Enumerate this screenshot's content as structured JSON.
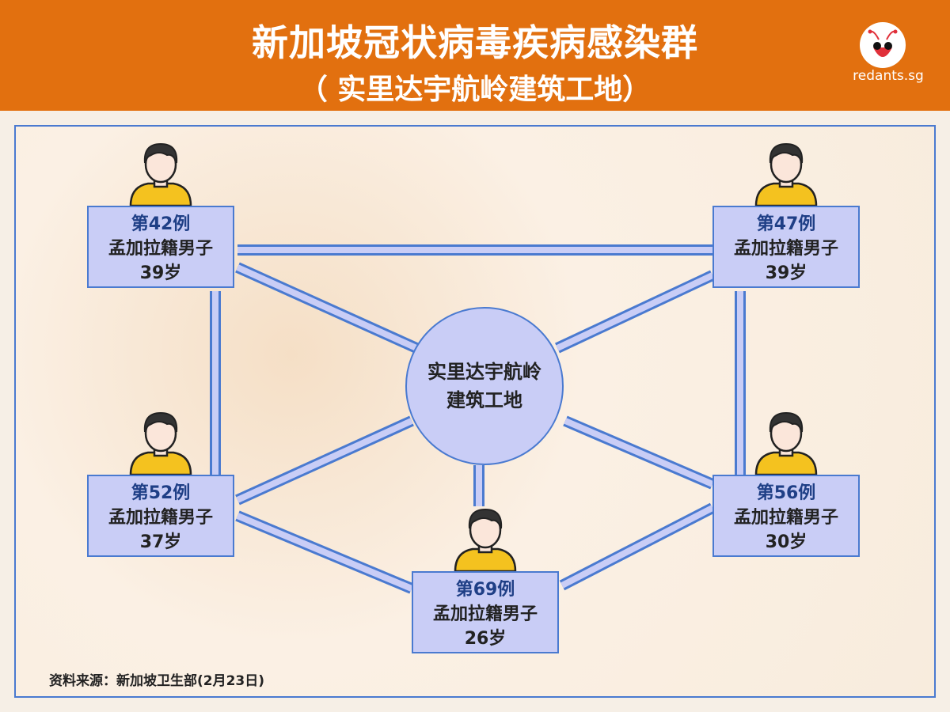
{
  "header": {
    "title": "新加坡冠状病毒疾病感染群",
    "subtitle": "（ 实里达宇航岭建筑工地）",
    "logo_text": "redants.sg"
  },
  "center": {
    "line1": "实里达宇航岭",
    "line2": "建筑工地"
  },
  "cases": [
    {
      "case": "第42例",
      "desc": "孟加拉籍男子",
      "age": "39岁"
    },
    {
      "case": "第47例",
      "desc": "孟加拉籍男子",
      "age": "39岁"
    },
    {
      "case": "第52例",
      "desc": "孟加拉籍男子",
      "age": "37岁"
    },
    {
      "case": "第56例",
      "desc": "孟加拉籍男子",
      "age": "30岁"
    },
    {
      "case": "第69例",
      "desc": "孟加拉籍男子",
      "age": "26岁"
    }
  ],
  "source": "资料来源：新加坡卫生部(2月23日)",
  "colors": {
    "header": "#e2700f",
    "box": "#c9cdf6",
    "border": "#4a7ad0",
    "case_text": "#1f3f86"
  }
}
